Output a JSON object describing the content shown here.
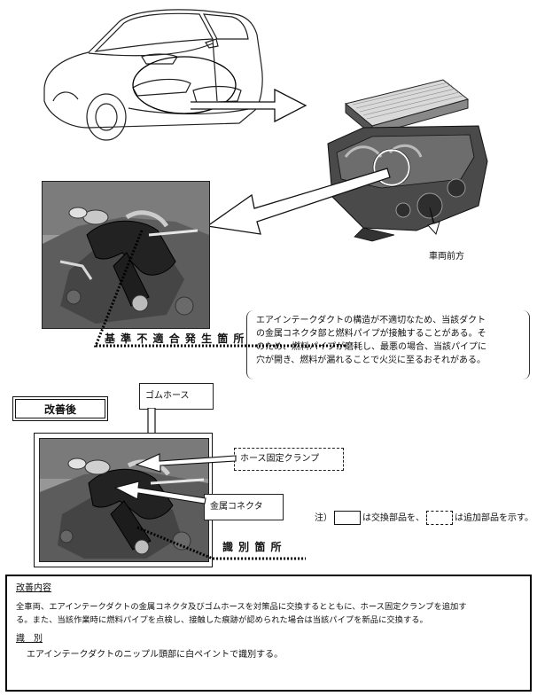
{
  "labels": {
    "front_direction": "車両前方",
    "defect_location": "基 準 不 適 合 発 生 箇 所",
    "after_improvement": "改善後",
    "rubber_hose": "ゴムホース",
    "hose_clamp": "ホース固定クランプ",
    "metal_connector": "金属コネクタ",
    "identification_location": "識 別 箇 所"
  },
  "defect_description": [
    "エアインテークダクトの構造が不適切なため、当該ダクト",
    "の金属コネクタ部と燃料パイプが接触することがある。そ",
    "のため、燃料パイプが磨耗し、最悪の場合、当該パイプに",
    "穴が開き、燃料が漏れることで火災に至るおそれがある。"
  ],
  "note": {
    "prefix": "注）",
    "mid": "は交換部品を、",
    "suffix": "は追加部品を示す。"
  },
  "improvement": {
    "heading": "改善内容",
    "body_lines": [
      "全車両、エアインテークダクトの金属コネクタ及びゴムホースを対策品に交換するとともに、ホース固定クランプを追加す",
      "る。また、当該作業時に燃料パイプを点検し、接触した痕跡が認められた場合は当該パイプを新品に交換する。"
    ],
    "id_heading": "識　別",
    "id_body": "エアインテークダクトのニップル頭部に白ペイントで識別する。"
  }
}
